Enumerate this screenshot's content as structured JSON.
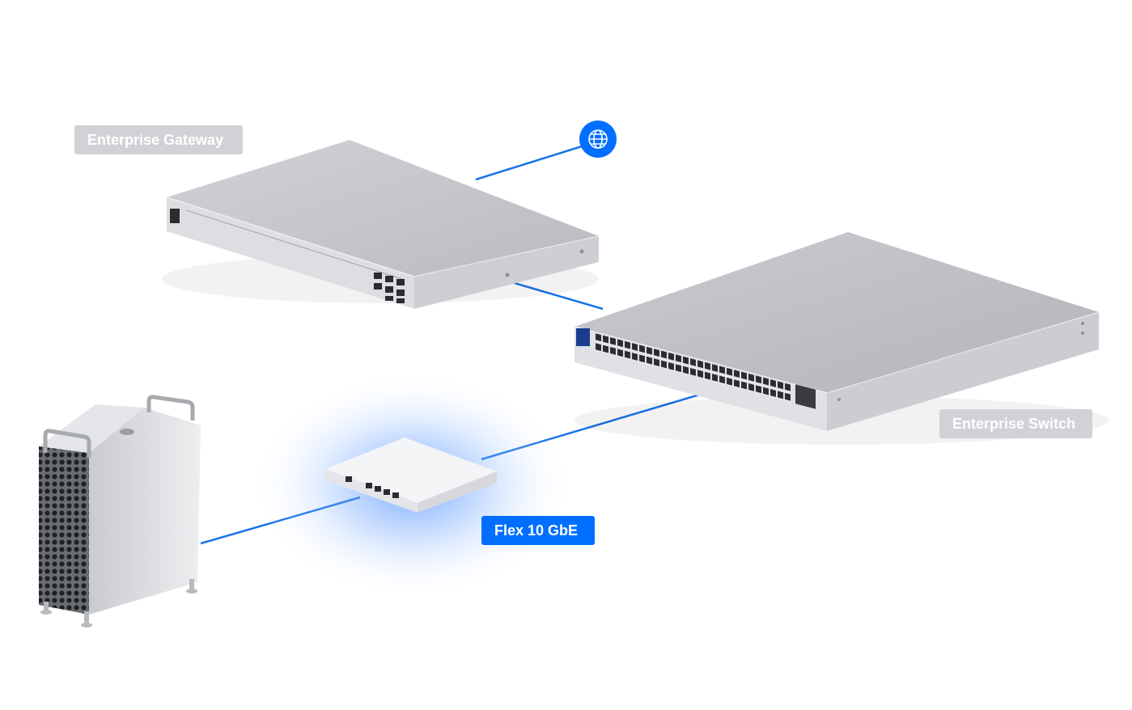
{
  "colors": {
    "link": "#1a73e8",
    "accent": "#006fff",
    "label_muted": "#d1d2d6",
    "device_body": "#d7d9de",
    "device_top": "#c7c9ce",
    "glow": "#4a8dff"
  },
  "devices": {
    "gateway": {
      "label": "Enterprise Gateway"
    },
    "switch": {
      "label": "Enterprise Switch"
    },
    "flex": {
      "label": "Flex 10 GbE"
    },
    "workstation": {},
    "internet": {
      "icon": "globe-icon"
    }
  },
  "links": [
    {
      "from": "gateway",
      "to": "internet"
    },
    {
      "from": "gateway",
      "to": "switch"
    },
    {
      "from": "switch",
      "to": "flex"
    },
    {
      "from": "flex",
      "to": "workstation"
    }
  ]
}
